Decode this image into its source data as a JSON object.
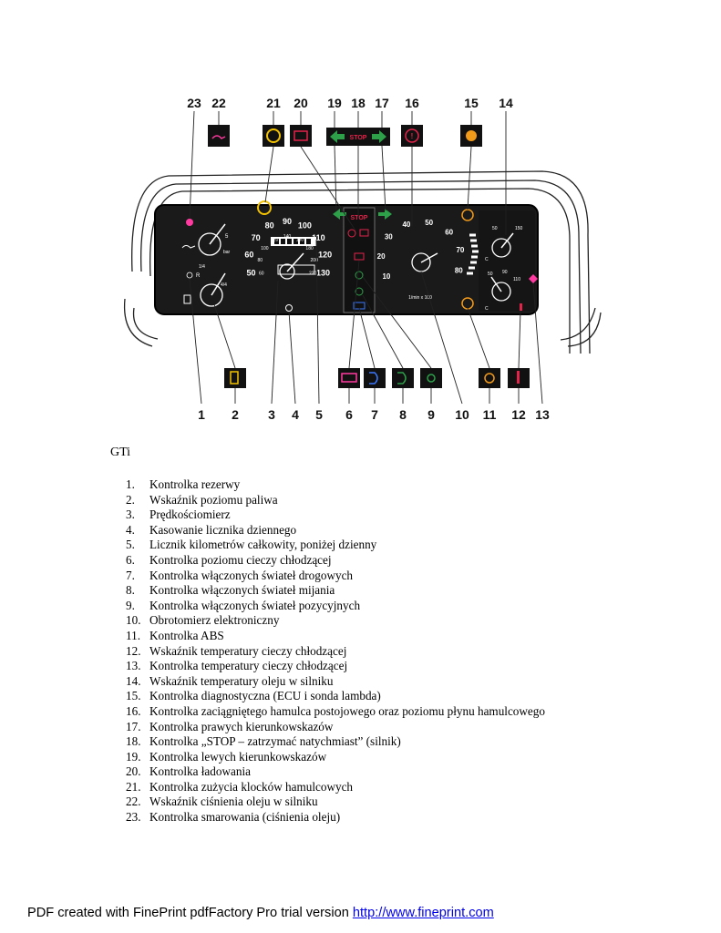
{
  "figure": {
    "top_callouts": [
      "23",
      "22",
      "21",
      "20",
      "19",
      "18",
      "17",
      "16",
      "15",
      "14"
    ],
    "bottom_callouts": [
      "1",
      "2",
      "3",
      "4",
      "5",
      "6",
      "7",
      "8",
      "9",
      "10",
      "11",
      "12",
      "13"
    ],
    "stop_label": "STOP",
    "speedo_ticks": [
      "50",
      "60",
      "70",
      "80",
      "90",
      "100",
      "110",
      "120",
      "130"
    ],
    "speedo_mph": [
      "60",
      "80",
      "100",
      "120",
      "140",
      "160",
      "180",
      "200",
      "220"
    ],
    "tacho_ticks": [
      "10",
      "20",
      "30",
      "40",
      "50",
      "60",
      "70",
      "80"
    ],
    "tacho_unit": "1/min x 100",
    "oil_gauge_labels": [
      "5",
      "bar"
    ],
    "fuel_gauge_labels": [
      "R",
      "1/4",
      "4/4"
    ],
    "temp_gauge_labels": [
      "50",
      "150",
      "C"
    ],
    "coolant_gauge_labels": [
      "50",
      "90",
      "110",
      "C"
    ],
    "colors": {
      "green": "#2ea04a",
      "red": "#e2234a",
      "yellow": "#f2c200",
      "magenta": "#ff3aa0",
      "blue": "#3a78ff",
      "orange": "#f29a1a"
    }
  },
  "subtitle": "GTi",
  "legend": [
    {
      "num": "1.",
      "text": "Kontrolka rezerwy"
    },
    {
      "num": "2.",
      "text": "Wskaźnik poziomu paliwa"
    },
    {
      "num": "3.",
      "text": "Prędkościomierz"
    },
    {
      "num": "4.",
      "text": "Kasowanie licznika dziennego"
    },
    {
      "num": "5.",
      "text": "Licznik kilometrów całkowity, poniżej dzienny"
    },
    {
      "num": "6.",
      "text": "Kontrolka poziomu cieczy chłodzącej"
    },
    {
      "num": "7.",
      "text": "Kontrolka włączonych świateł drogowych"
    },
    {
      "num": "8.",
      "text": "Kontrolka włączonych świateł mijania"
    },
    {
      "num": "9.",
      "text": "Kontrolka włączonych świateł pozycyjnych"
    },
    {
      "num": "10.",
      "text": "Obrotomierz elektroniczny"
    },
    {
      "num": "11.",
      "text": "Kontrolka ABS"
    },
    {
      "num": "12.",
      "text": "Wskaźnik temperatury cieczy chłodzącej"
    },
    {
      "num": "13.",
      "text": "Kontrolka temperatury cieczy chłodzącej"
    },
    {
      "num": "14.",
      "text": "Wskaźnik temperatury oleju w silniku"
    },
    {
      "num": "15.",
      "text": "Kontrolka diagnostyczna (ECU i sonda lambda)"
    },
    {
      "num": "16.",
      "text": "Kontrolka zaciągniętego hamulca postojowego oraz poziomu płynu hamulcowego"
    },
    {
      "num": "17.",
      "text": "Kontrolka prawych kierunkowskazów"
    },
    {
      "num": "18.",
      "text": "Kontrolka „STOP – zatrzymać natychmiast” (silnik)"
    },
    {
      "num": "19.",
      "text": "Kontrolka lewych kierunkowskazów"
    },
    {
      "num": "20.",
      "text": "Kontrolka ładowania"
    },
    {
      "num": "21.",
      "text": "Kontrolka zużycia klocków hamulcowych"
    },
    {
      "num": "22.",
      "text": "Wskaźnik ciśnienia oleju w silniku"
    },
    {
      "num": "23.",
      "text": "Kontrolka smarowania (ciśnienia oleju)"
    }
  ],
  "footer": {
    "text": "PDF created with FinePrint pdfFactory Pro trial version ",
    "link": "http://www.fineprint.com"
  }
}
